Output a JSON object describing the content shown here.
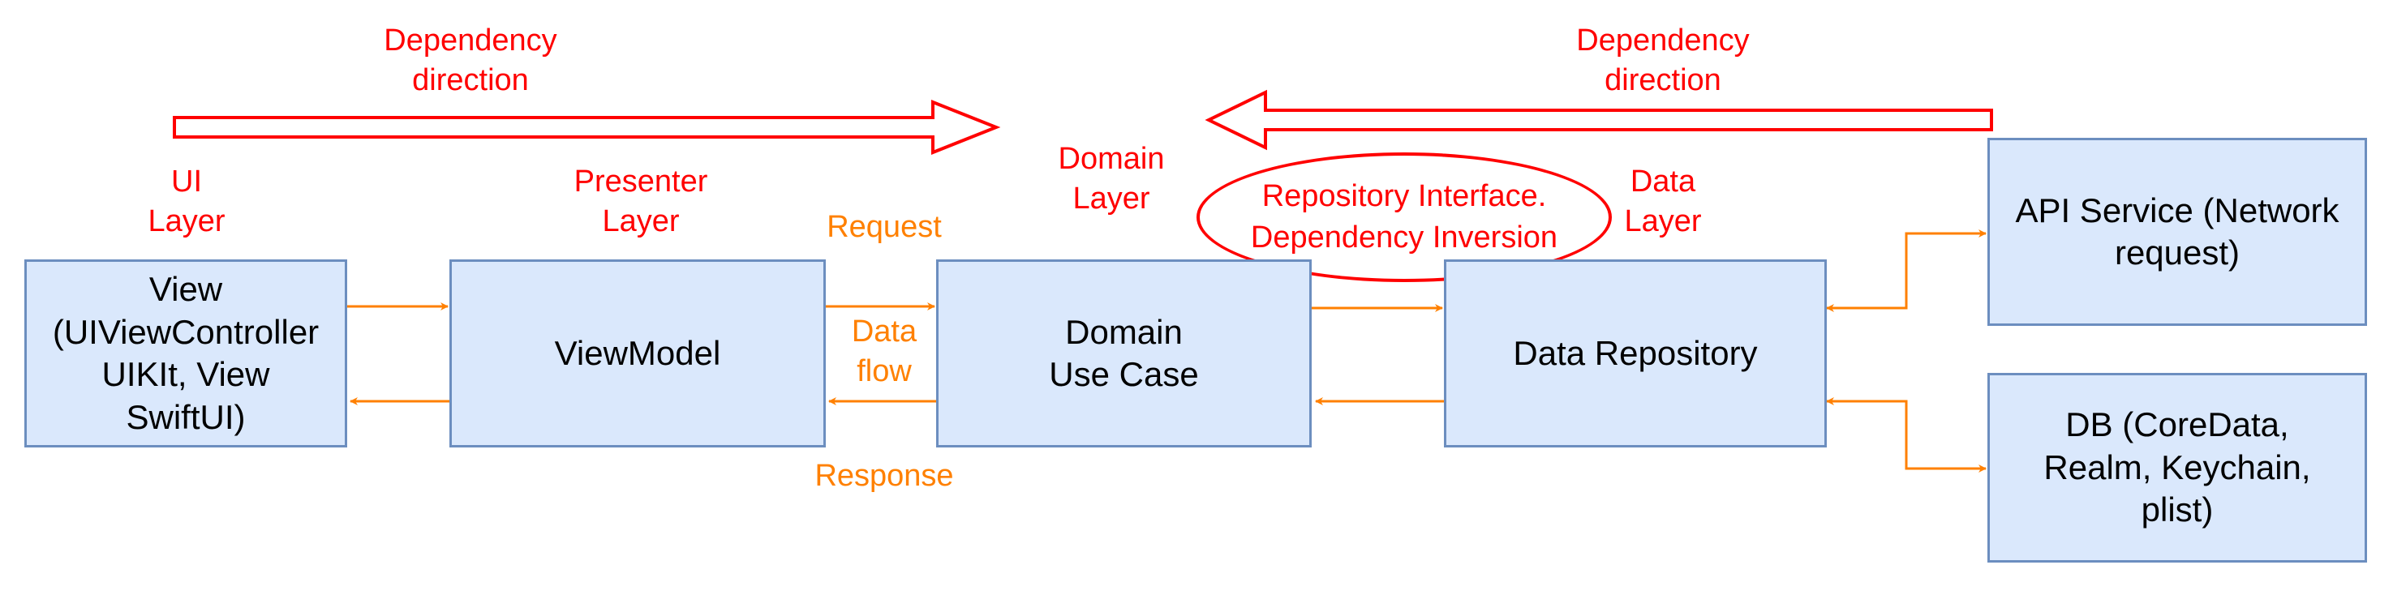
{
  "colors": {
    "box_fill": "#dae8fc",
    "box_border": "#6c8ebf",
    "dependency_red": "#ff0000",
    "flow_orange": "#ff8000"
  },
  "dependency_labels": {
    "left": "Dependency\ndirection",
    "right": "Dependency\ndirection"
  },
  "layer_labels": {
    "ui": "UI\nLayer",
    "presenter": "Presenter\nLayer",
    "domain": "Domain\nLayer",
    "data": "Data\nLayer"
  },
  "boxes": {
    "view": "View\n(UIViewController\nUIKIt, View\nSwiftUI)",
    "viewmodel": "ViewModel",
    "domain": "Domain\nUse Case",
    "repository": "Data Repository",
    "api": "API Service (Network\nrequest)",
    "db": "DB (CoreData,\nRealm, Keychain,\nplist)"
  },
  "flow_labels": {
    "request": "Request",
    "data_flow": "Data\nflow",
    "response": "Response"
  },
  "interface_note": "Repository Interface.\nDependency Inversion"
}
